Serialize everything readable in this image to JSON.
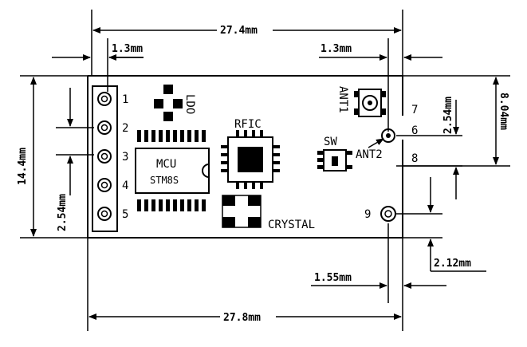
{
  "dimensions": {
    "top_width": "27.4mm",
    "bottom_width": "27.8mm",
    "left_offset": "1.3mm",
    "right_offset": "1.3mm",
    "height": "14.4mm",
    "pin_pitch_left": "2.54mm",
    "pin_pitch_right": "2.54mm",
    "right_height": "8.04mm",
    "pin9_offset_x": "1.55mm",
    "pin9_offset_y": "2.12mm"
  },
  "pins_left": [
    "1",
    "2",
    "3",
    "4",
    "5"
  ],
  "pins_right": {
    "p7": "7",
    "p6": "6",
    "p8": "8",
    "p9": "9"
  },
  "components": {
    "ldo": "LDO",
    "rfic": "RFIC",
    "mcu_line1": "MCU",
    "mcu_line2": "STM8S",
    "crystal": "CRYSTAL",
    "sw": "SW",
    "ant1": "ANT1",
    "ant2": "ANT2"
  }
}
